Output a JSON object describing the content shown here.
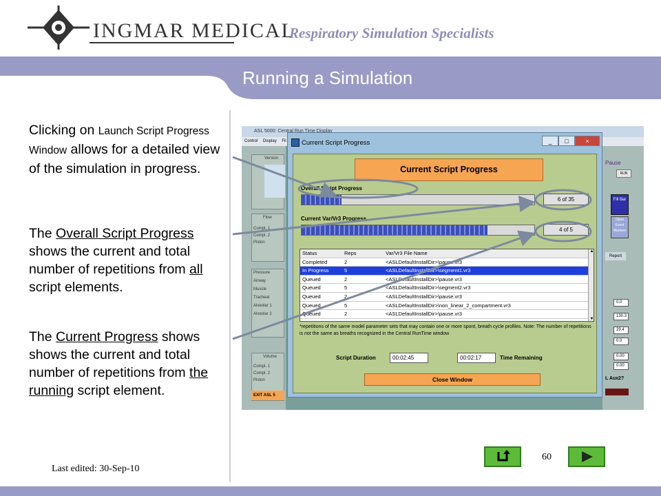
{
  "header": {
    "logo_text": "INGMAR MEDICAL",
    "tagline": "Respiratory Simulation Specialists"
  },
  "slide": {
    "title": "Running a Simulation",
    "p1": {
      "a": "Clicking on ",
      "b": "Launch Script Progress Window",
      "c": " allows for a detailed view of the simulation in progress."
    },
    "p2": {
      "a": "The ",
      "b": "Overall Script Progress",
      "c": " shows the current and total number of repetitions from ",
      "d": "all",
      "e": " script elements."
    },
    "p3": {
      "a": "The ",
      "b": "Current Progress",
      "c": " shows shows the current and total number of repetitions from ",
      "d": "the running",
      "e": " script element."
    },
    "last_edited": "Last edited: 30-Sep-10",
    "page_number": "60"
  },
  "colors": {
    "band": "#9a9ac6",
    "title_text": "#ffffff",
    "nav_button": "#5dbb3a",
    "dialog_header": "#f6a553",
    "dialog_client": "#b9cc8f",
    "highlight_ellipse": "#7b8a9e",
    "selected_row": "#1f3fdc"
  },
  "icons": {
    "return": "return-arrow-icon",
    "next": "play-next-icon",
    "logo": "crosshair-logo-icon"
  },
  "background_app": {
    "title": "ASL 5000: Central Run Time Display",
    "menu": [
      "Control",
      "Display",
      "Fil"
    ],
    "side_labels": [
      "Version",
      "Flow",
      "Compl. 1",
      "Compl. 2",
      "Piston",
      "Pressure",
      "Airway",
      "Muscle",
      "Tracheal",
      "Alveolar 1",
      "Alveolar 2",
      "Volume",
      "Compl. 1",
      "Compl. 2",
      "Piston"
    ],
    "exit_label": "EXIT ASL 5",
    "right_labels": [
      "Pause",
      "RUN",
      "Fill Bar",
      "Open Event Markers",
      "Report"
    ],
    "right_values": [
      "0.0",
      "130.3",
      "29.4",
      "0.0",
      "0.00",
      "0.00"
    ],
    "aux_label": "L Aux2?"
  },
  "dialog": {
    "title": "Current Script Progress",
    "header": "Current Script Progress",
    "overall_label": "Overall Script Progress",
    "overall_progress": 0.171,
    "overall_counter": "6 of 35",
    "current_label": "Current Var/Vr3 Progress",
    "current_progress": 0.8,
    "current_counter": "4 of 5",
    "table": {
      "columns": [
        "Status",
        "Reps",
        "Var/Vr3 File Name"
      ],
      "rows": [
        {
          "status": "Completed",
          "reps": "2",
          "file": "<ASLDefaultInstallDir>\\pause.vr3",
          "selected": false
        },
        {
          "status": "In Progress",
          "reps": "5",
          "file": "<ASLDefaultInstallDir>\\segment1.vr3",
          "selected": true
        },
        {
          "status": "Queued",
          "reps": "2",
          "file": "<ASLDefaultInstallDir>\\pause.vr3",
          "selected": false
        },
        {
          "status": "Queued",
          "reps": "5",
          "file": "<ASLDefaultInstallDir>\\segment2.vr3",
          "selected": false
        },
        {
          "status": "Queued",
          "reps": "2",
          "file": "<ASLDefaultInstallDir>\\pause.vr3",
          "selected": false
        },
        {
          "status": "Queued",
          "reps": "5",
          "file": "<ASLDefaultInstallDir>\\non_linear_2_compartment.vr3",
          "selected": false
        },
        {
          "status": "Queued",
          "reps": "2",
          "file": "<ASLDefaultInstallDir>\\pause.vr3",
          "selected": false
        }
      ]
    },
    "note": "*repetitions of the same model parameter sets that may contain one or more spont, breath cycle profiles. Note: The number of repetitions is not the same as breaths recognized in the Central RunTime window",
    "script_duration_label": "Script Duration",
    "script_duration": "00:02:45",
    "time_remaining_value": "00:02:17",
    "time_remaining_label": "Time Remaining",
    "close_button": "Close Window",
    "window_buttons": [
      "_",
      "□",
      "×"
    ]
  }
}
